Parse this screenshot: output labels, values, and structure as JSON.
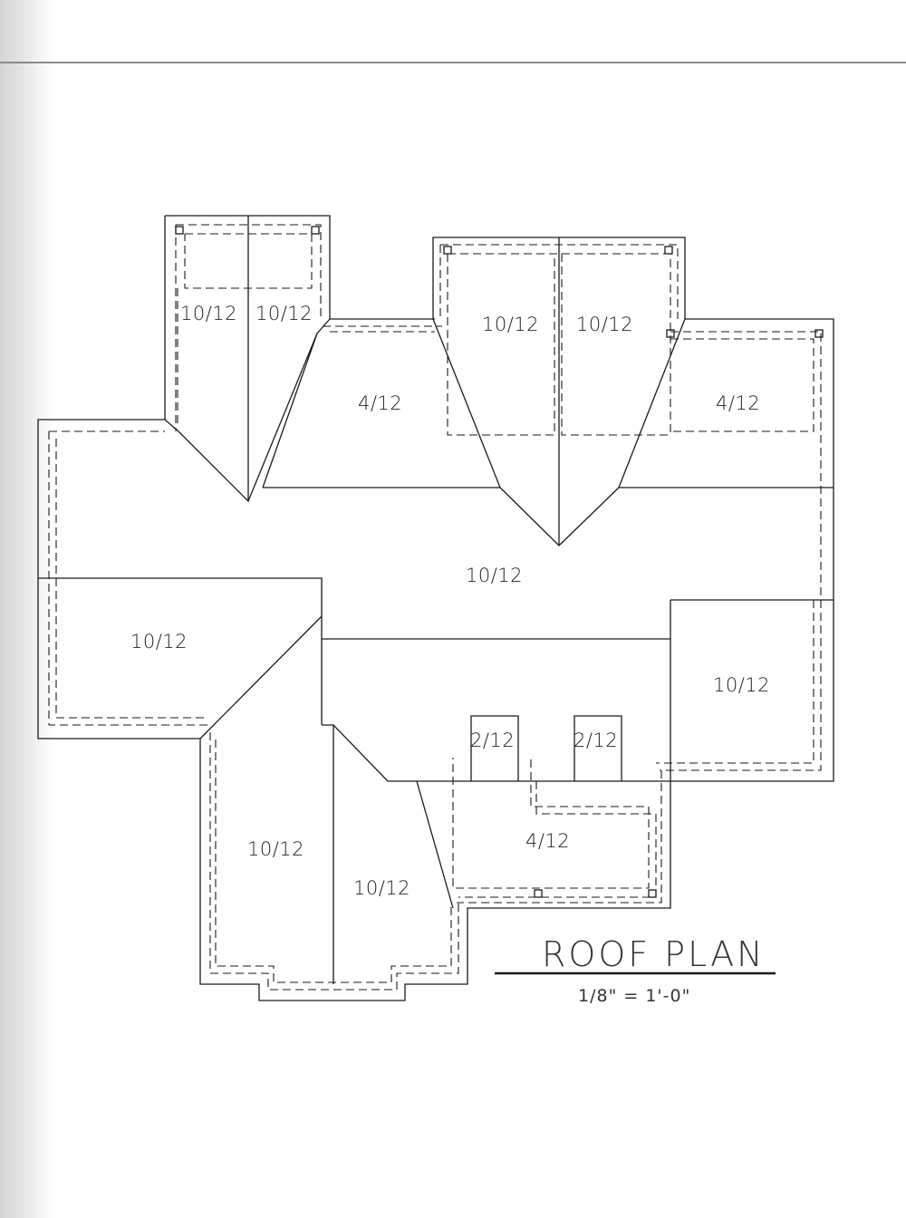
{
  "slopes": {
    "left_gable_left": "10/12",
    "left_gable_right": "10/12",
    "upper_left_flat": "4/12",
    "center_gable_left": "10/12",
    "center_gable_right": "10/12",
    "upper_right_flat": "4/12",
    "main_roof": "10/12",
    "left_hip": "10/12",
    "right_hip": "10/12",
    "bottom_left_gable_left": "10/12",
    "bottom_left_gable_right": "10/12",
    "dormer_left": "2/12",
    "dormer_right": "2/12",
    "bottom_porch": "4/12"
  },
  "title": "ROOF PLAN",
  "scale": "1/8\" = 1'-0\""
}
